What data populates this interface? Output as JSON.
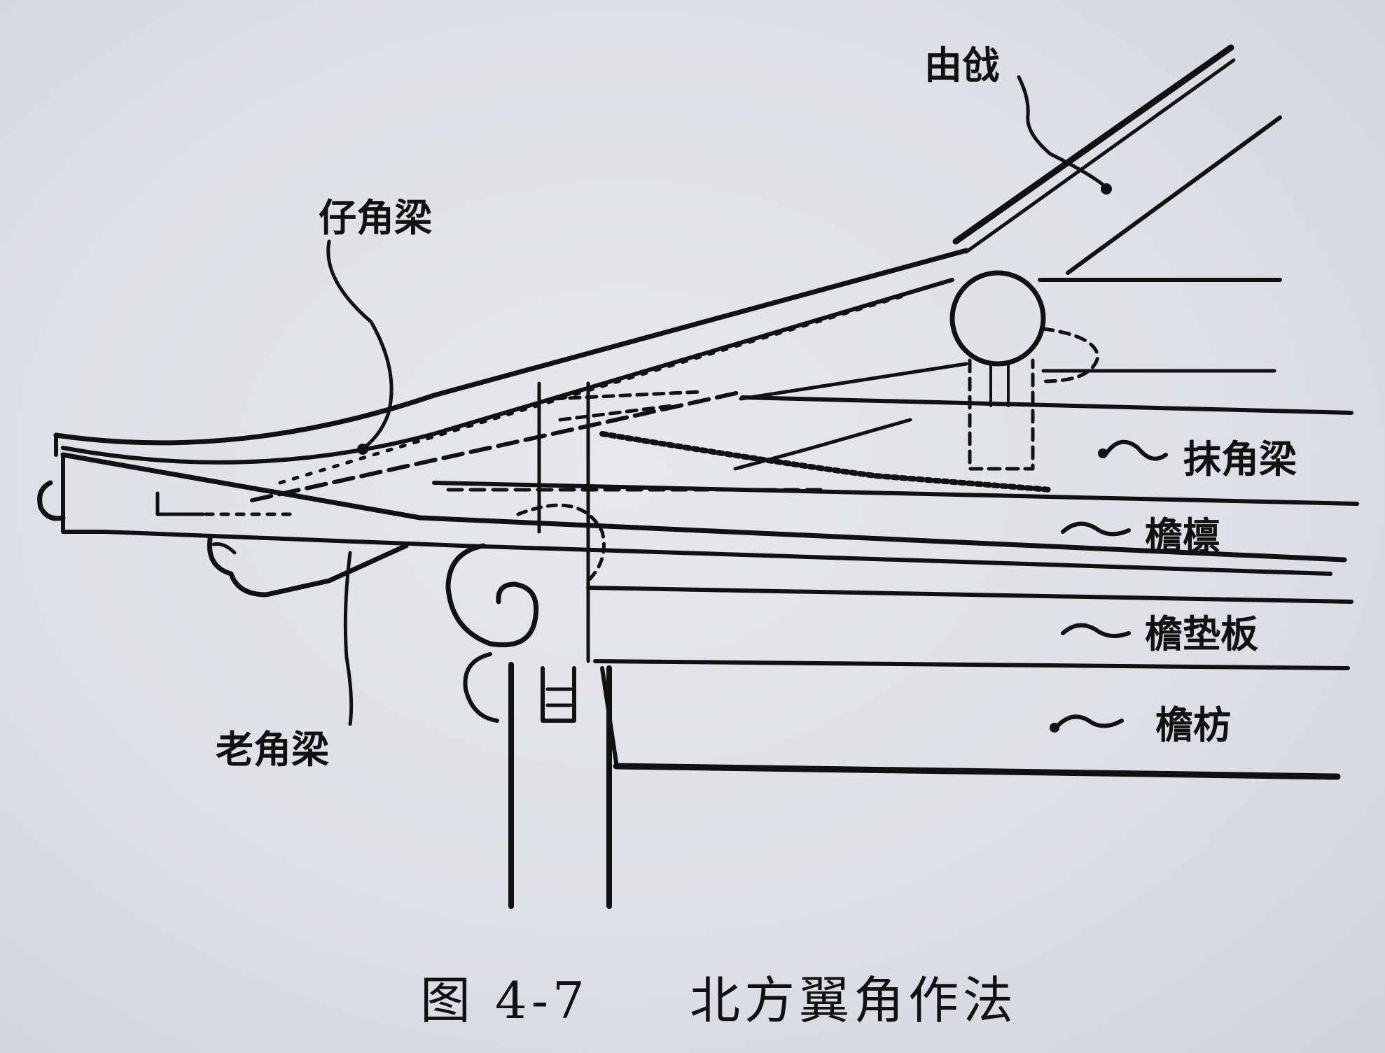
{
  "labels": {
    "you_qiang": "由戗",
    "zi_jiao_liang": "仔角梁",
    "lao_jiao_liang": "老角梁",
    "mo_jiao_liang": "抹角梁",
    "yan_lin": "檐檩",
    "yan_dian_ban": "檐垫板",
    "yan_fang": "檐枋"
  },
  "caption": {
    "figure_number": "图 4-7",
    "title": "北方翼角作法"
  }
}
